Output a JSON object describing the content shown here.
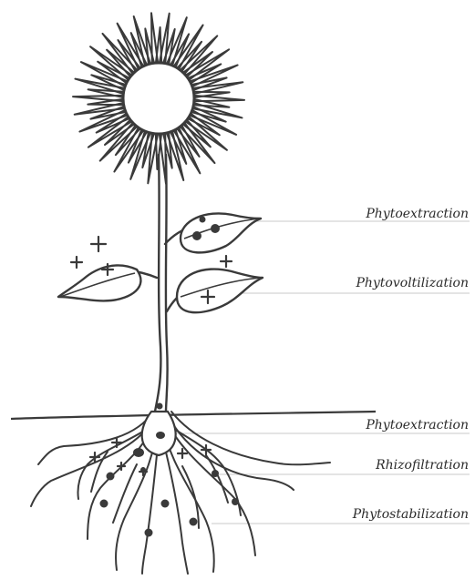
{
  "diagram": {
    "stroke_color": "#3a3a3a",
    "leader_color": "#c8c8c8",
    "labels": [
      {
        "id": "phytoextraction-leaves",
        "text": "Phytoextraction"
      },
      {
        "id": "phytovolatilization",
        "text": "Phytovoltilization"
      },
      {
        "id": "phytoextraction-roots",
        "text": "Phytoextraction"
      },
      {
        "id": "rhizofiltration",
        "text": "Rhizofiltration"
      },
      {
        "id": "phytostabilization",
        "text": "Phytostabilization"
      }
    ]
  }
}
